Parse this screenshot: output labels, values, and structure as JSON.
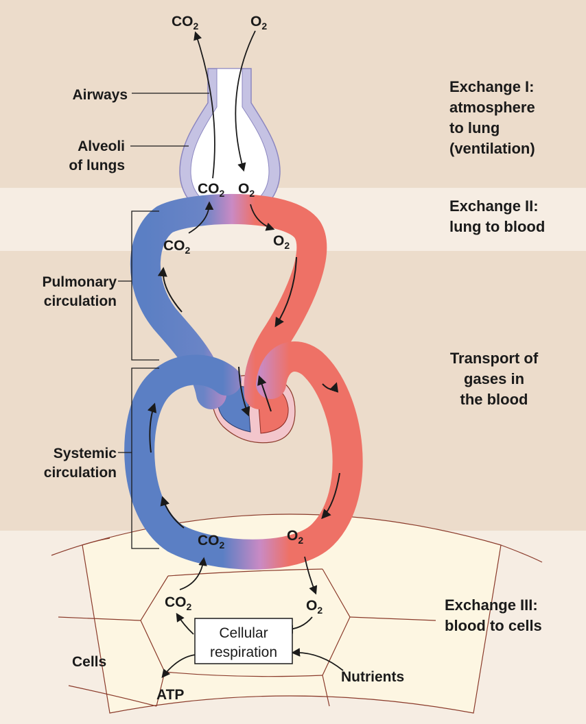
{
  "atmosphere": {
    "co2": "CO",
    "co2_sub": "2",
    "o2": "O",
    "o2_sub": "2"
  },
  "lung": {
    "airways": "Airways",
    "alveoli_1": "Alveoli",
    "alveoli_2": "of lungs",
    "co2": "CO",
    "co2_sub": "2",
    "o2": "O",
    "o2_sub": "2"
  },
  "pulmonary": {
    "label_1": "Pulmonary",
    "label_2": "circulation",
    "co2": "CO",
    "co2_sub": "2",
    "o2": "O",
    "o2_sub": "2"
  },
  "systemic": {
    "label_1": "Systemic",
    "label_2": "circulation",
    "co2": "CO",
    "co2_sub": "2",
    "o2": "O",
    "o2_sub": "2"
  },
  "tissue": {
    "co2": "CO",
    "co2_sub": "2",
    "o2": "O",
    "o2_sub": "2",
    "box_1": "Cellular",
    "box_2": "respiration",
    "cells": "Cells",
    "nutrients": "Nutrients",
    "atp": "ATP"
  },
  "exchanges": {
    "ex1_l1": "Exchange I:",
    "ex1_l2": "atmosphere",
    "ex1_l3": "to lung",
    "ex1_l4": "(ventilation)",
    "ex2_l1": "Exchange II:",
    "ex2_l2": "lung to blood",
    "transport_l1": "Transport of",
    "transport_l2": "gases in",
    "transport_l3": "the blood",
    "ex3_l1": "Exchange III:",
    "ex3_l2": "blood to cells"
  },
  "colors": {
    "band_dark": "#ecdccb",
    "band_light": "#f6ede3",
    "venous": "#5b7fc4",
    "arterial": "#ee7166",
    "mix": "#c98ac4",
    "lung_outline": "#c5c2e3",
    "cell_fill": "#fdf6e2"
  }
}
